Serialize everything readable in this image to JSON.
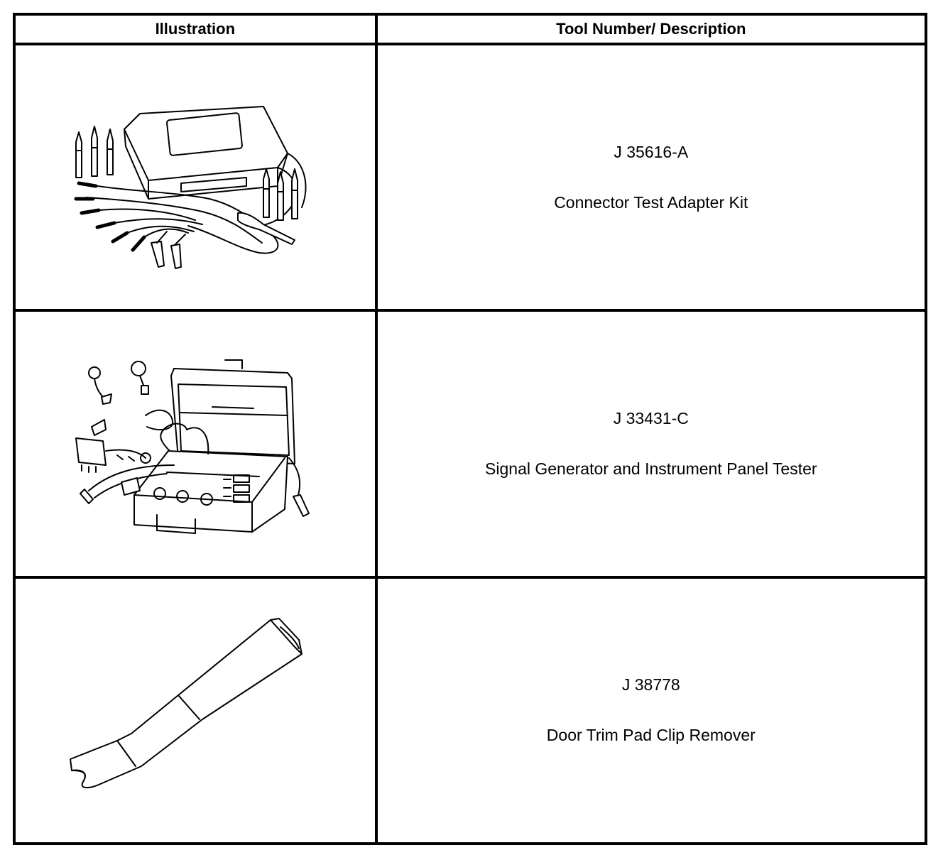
{
  "table": {
    "headers": {
      "illustration": "Illustration",
      "tool": "Tool Number/ Description"
    },
    "rows": [
      {
        "tool_number": "J 35616-A",
        "description": "Connector Test Adapter Kit",
        "illustration_icon": "connector-test-adapter-kit-icon"
      },
      {
        "tool_number": "J 33431-C",
        "description": "Signal Generator and Instrument Panel Tester",
        "illustration_icon": "signal-generator-tester-icon"
      },
      {
        "tool_number": "J 38778",
        "description": "Door Trim Pad Clip Remover",
        "illustration_icon": "door-trim-clip-remover-icon"
      }
    ]
  }
}
